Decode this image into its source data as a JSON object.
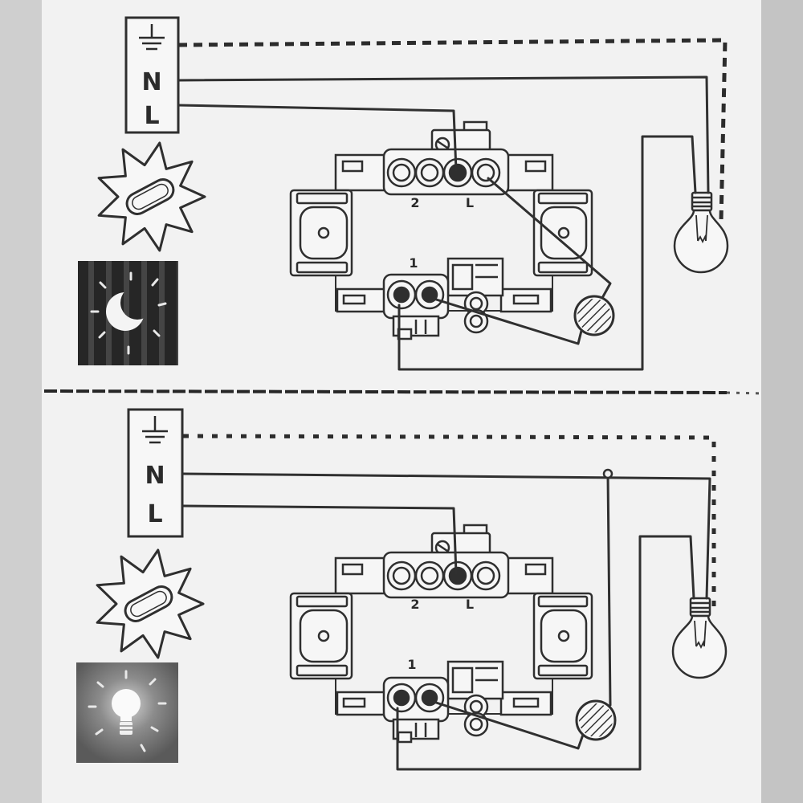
{
  "panels": [
    {
      "terminal_block": {
        "earth_icon": "ground-symbol-icon",
        "neutral_label": "N",
        "live_label": "L"
      },
      "device_labels": {
        "terminal_2": "2",
        "terminal_l": "L",
        "terminal_1": "1"
      },
      "icons": [
        "sun-icon",
        "photocell-icon",
        "moon-icon",
        "light-bulb-icon",
        "light-sensor-icon"
      ]
    },
    {
      "terminal_block": {
        "earth_icon": "ground-symbol-icon",
        "neutral_label": "N",
        "live_label": "L"
      },
      "device_labels": {
        "terminal_2": "2",
        "terminal_l": "L",
        "terminal_1": "1"
      },
      "icons": [
        "sun-icon",
        "photocell-icon",
        "lamp-on-icon",
        "light-bulb-icon",
        "light-sensor-icon"
      ]
    }
  ],
  "colors": {
    "ink": "#2b2b2b",
    "paper": "#f2f2f2",
    "night_background": "#262626",
    "lamp_background": "#666666",
    "edge_background": "#c9c9c9"
  }
}
